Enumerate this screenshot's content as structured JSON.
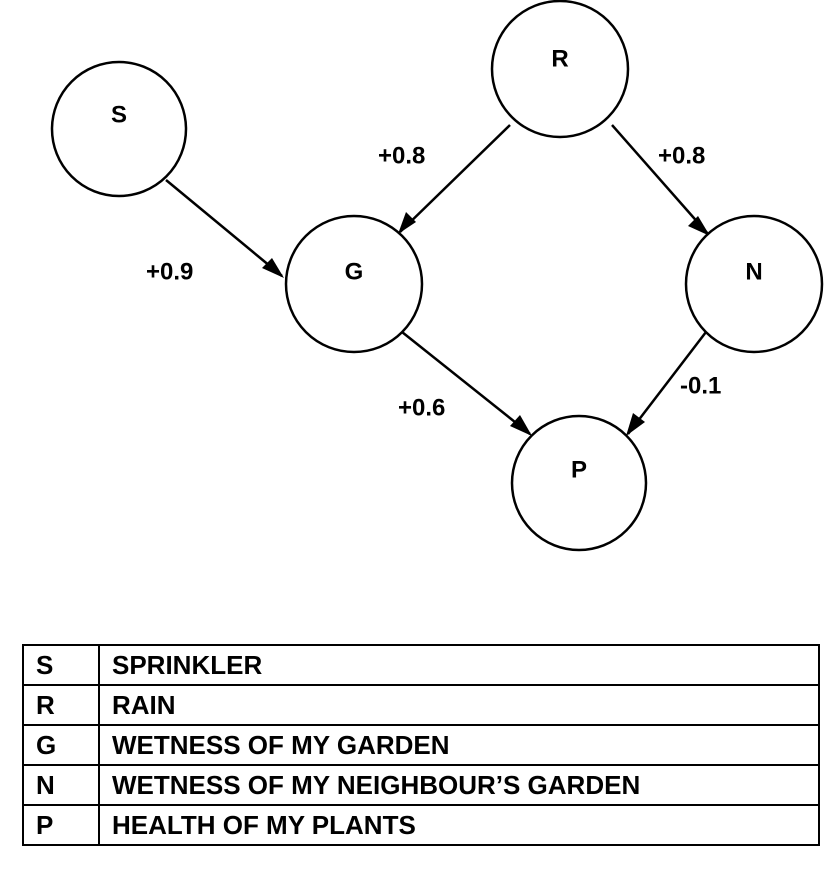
{
  "diagram": {
    "nodes": [
      {
        "id": "S",
        "label": "S"
      },
      {
        "id": "R",
        "label": "R"
      },
      {
        "id": "G",
        "label": "G"
      },
      {
        "id": "N",
        "label": "N"
      },
      {
        "id": "P",
        "label": "P"
      }
    ],
    "edges": [
      {
        "from": "S",
        "to": "G",
        "weight": "+0.9"
      },
      {
        "from": "R",
        "to": "G",
        "weight": "+0.8"
      },
      {
        "from": "R",
        "to": "N",
        "weight": "+0.8"
      },
      {
        "from": "G",
        "to": "P",
        "weight": "+0.6"
      },
      {
        "from": "N",
        "to": "P",
        "weight": "-0.1"
      }
    ]
  },
  "legend": {
    "rows": [
      {
        "key": "S",
        "meaning": "SPRINKLER"
      },
      {
        "key": "R",
        "meaning": "RAIN"
      },
      {
        "key": "G",
        "meaning": "WETNESS OF MY GARDEN"
      },
      {
        "key": "N",
        "meaning": "WETNESS OF MY NEIGHBOUR’S GARDEN"
      },
      {
        "key": "P",
        "meaning": "HEALTH OF MY PLANTS"
      }
    ]
  },
  "colors": {
    "stroke": "#000000",
    "background": "#ffffff"
  }
}
